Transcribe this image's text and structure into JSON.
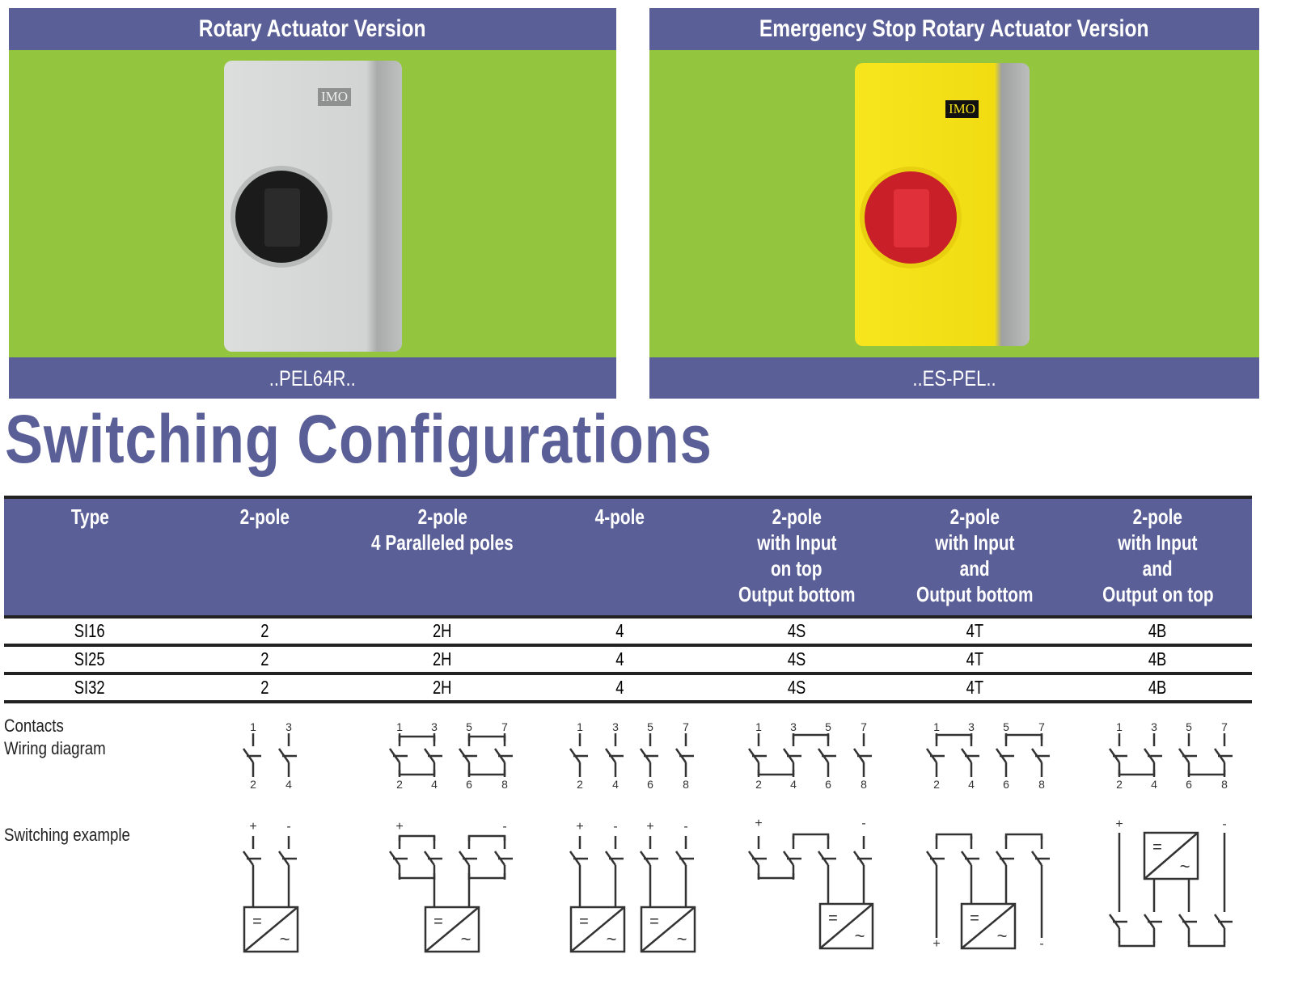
{
  "panels": [
    {
      "title": "Rotary Actuator Version",
      "model": "..PEL64R..",
      "logo": "IMO",
      "enclosure_color": "#d5d7d7",
      "knob_color": "#1b1b1b"
    },
    {
      "title": "Emergency Stop Rotary Actuator Version",
      "model": "..ES-PEL..",
      "logo": "IMO",
      "enclosure_color": "#f5e21a",
      "knob_color": "#d9232d"
    }
  ],
  "heading": "Switching Configurations",
  "table": {
    "headers": [
      [
        "Type"
      ],
      [
        "2-pole"
      ],
      [
        "2-pole",
        "4 Paralleled poles"
      ],
      [
        "4-pole"
      ],
      [
        "2-pole",
        "with Input",
        "on top",
        "Output bottom"
      ],
      [
        "2-pole",
        "with Input",
        "and",
        "Output bottom"
      ],
      [
        "2-pole",
        "with Input",
        "and",
        "Output on top"
      ]
    ],
    "rows": [
      [
        "SI16",
        "2",
        "2H",
        "4",
        "4S",
        "4T",
        "4B"
      ],
      [
        "SI25",
        "2",
        "2H",
        "4",
        "4S",
        "4T",
        "4B"
      ],
      [
        "SI32",
        "2",
        "2H",
        "4",
        "4S",
        "4T",
        "4B"
      ]
    ]
  },
  "labels": {
    "contacts": "Contacts",
    "wiring": "Wiring diagram",
    "switching": "Switching example"
  },
  "contacts": [
    {
      "top": [
        "1",
        "3"
      ],
      "bottom": [
        "2",
        "4"
      ]
    },
    {
      "top": [
        "1",
        "3",
        "5",
        "7"
      ],
      "bottom": [
        "2",
        "4",
        "6",
        "8"
      ]
    },
    {
      "top": [
        "1",
        "3",
        "5",
        "7"
      ],
      "bottom": [
        "2",
        "4",
        "6",
        "8"
      ]
    },
    {
      "top": [
        "1",
        "3",
        "5",
        "7"
      ],
      "bottom": [
        "2",
        "4",
        "6",
        "8"
      ]
    },
    {
      "top": [
        "1",
        "3",
        "5",
        "7"
      ],
      "bottom": [
        "2",
        "4",
        "6",
        "8"
      ]
    },
    {
      "top": [
        "1",
        "3",
        "5",
        "7"
      ],
      "bottom": [
        "2",
        "4",
        "6",
        "8"
      ]
    }
  ],
  "signs": {
    "plus": "+",
    "minus": "-",
    "dc": "=",
    "ac": "~"
  }
}
